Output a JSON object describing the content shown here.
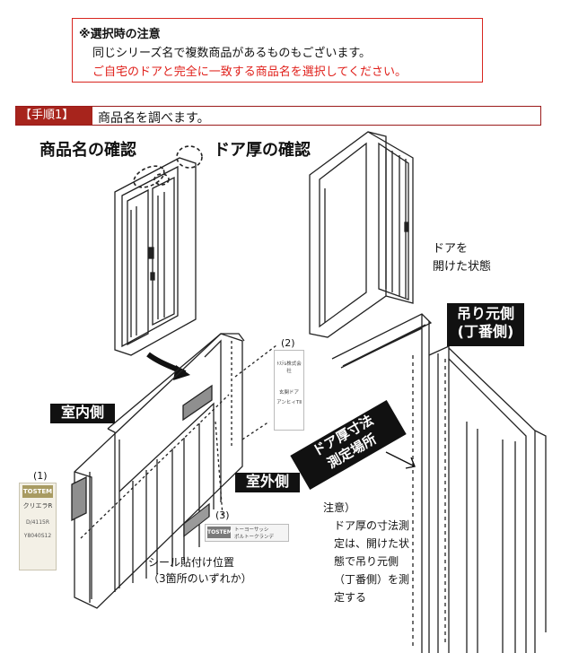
{
  "notice": {
    "title": "※選択時の注意",
    "line1": "同じシリーズ名で複数商品があるものもございます。",
    "line2": "ご自宅のドアと完全に一致する商品名を選択してください。",
    "line2_color": "#e0201b",
    "border_color": "#d8261f"
  },
  "step": {
    "tag": "【手順1】",
    "text": "商品名を調べます。",
    "accent_color": "#a7241c"
  },
  "diagram": {
    "product_name_check": "商品名の確認",
    "door_thickness_check": "ドア厚の確認",
    "door_open_state": "ドアを\n開けた状態",
    "hinge_side": "吊り元側",
    "hinge_side_sub": "(丁番側)",
    "indoor_side": "室内側",
    "outdoor_side": "室外側",
    "measure_spot_line1": "ドア厚寸法",
    "measure_spot_line2": "測定場所",
    "callout_1": "(1)",
    "callout_2": "(2)",
    "callout_3": "(3)",
    "seal_location": "シール貼付け位置\n（3箇所のいずれか）",
    "caution_title": "注意）",
    "caution_body": "ドア厚の寸法測\n定は、開けた状\n態で吊り元側\n（丁番側）を測\n定する"
  },
  "labels": {
    "label1_brand": "TOSTEM",
    "label1_product": "クリエラR",
    "label1_code1": "D/4115R",
    "label1_code2": "Y8040S12",
    "label2_line1": "ﾄｽﾃﾑ株式会社",
    "label2_line2": "玄関ドア",
    "label2_line3": "アンヒィTⅡ",
    "label3_brand": "TOSTEM",
    "label3_line1": "トーヨーサッシ",
    "label3_line2": "ポルトークランデ"
  }
}
